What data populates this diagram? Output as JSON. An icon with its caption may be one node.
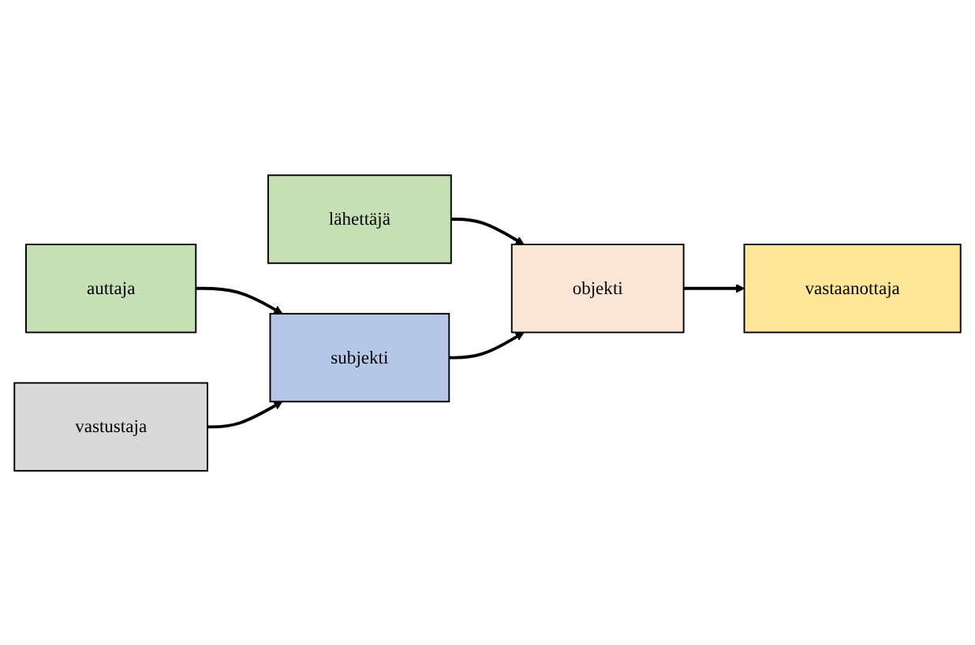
{
  "diagram": {
    "nodes": [
      {
        "text": [
          "lähettäjä"
        ]
      },
      {
        "text": [
          "objekti"
        ]
      },
      {
        "text": [
          "vastaanottaja"
        ]
      },
      {
        "text": [
          "auttaja"
        ]
      },
      {
        "text": [
          "subjekti"
        ]
      },
      {
        "text": [
          "vastustaja"
        ]
      }
    ],
    "edges": [
      {
        "from": 0,
        "to": 1,
        "arrow": "to"
      },
      {
        "from": 1,
        "to": 2,
        "arrow": "to"
      },
      {
        "from": 4,
        "to": 1,
        "arrow": "to"
      },
      {
        "from": 3,
        "to": 4,
        "arrow": "to"
      },
      {
        "from": 5,
        "to": 4,
        "arrow": "to"
      }
    ]
  }
}
